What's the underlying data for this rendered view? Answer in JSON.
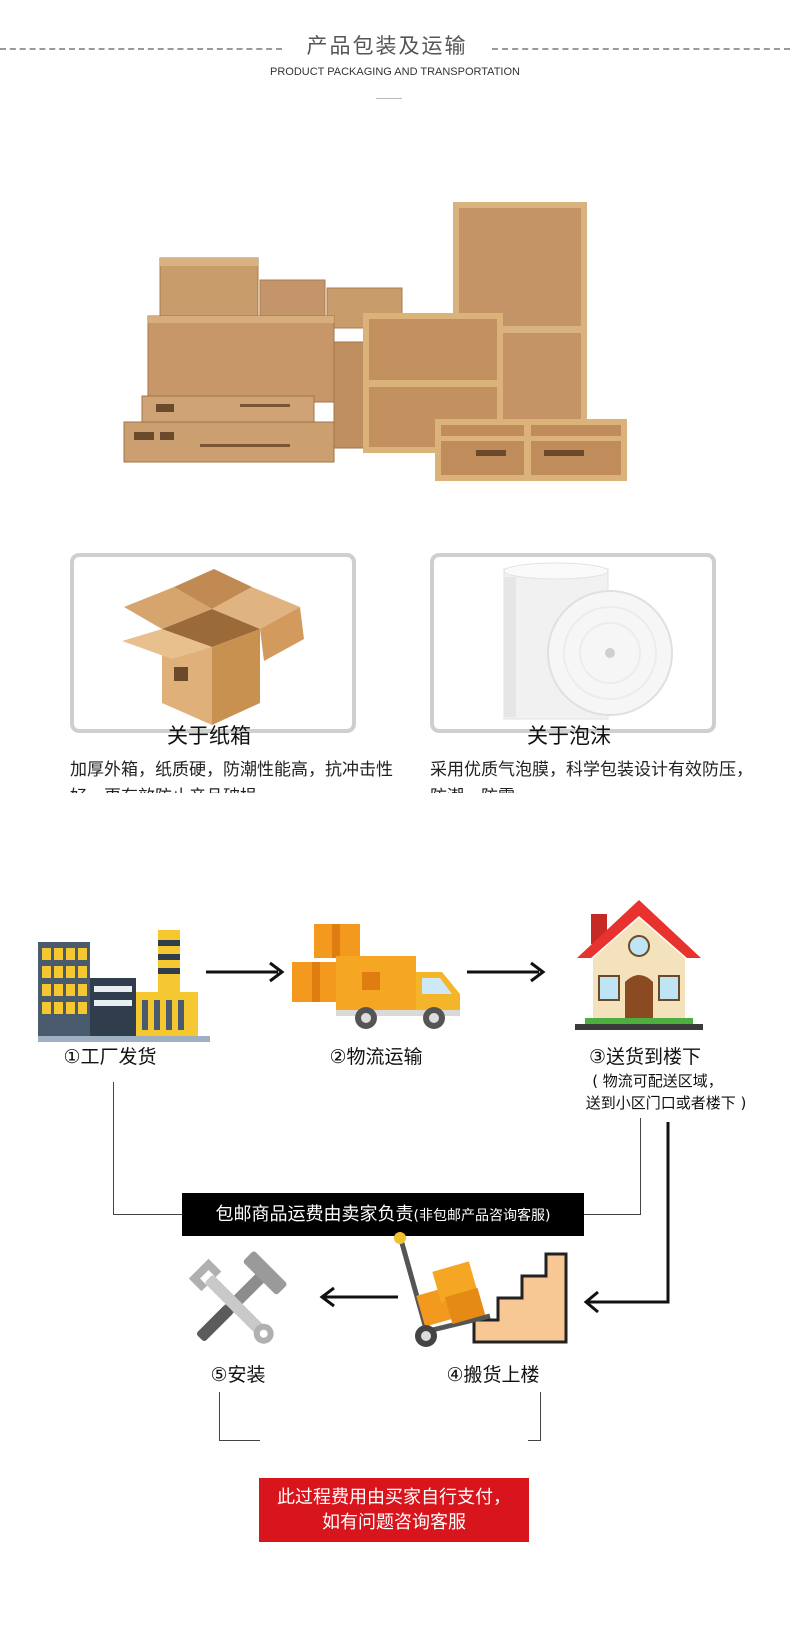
{
  "header": {
    "title_cn": "产品包装及运输",
    "title_en": "PRODUCT PACKAGING AND TRANSPORTATION"
  },
  "cards": [
    {
      "title": "关于纸箱",
      "text": "加厚外箱，纸质硬，防潮性能高，抗冲击性好，更有效防止产品破损",
      "image": "cardboard-box-icon"
    },
    {
      "title": "关于泡沫",
      "text": "采用优质气泡膜，科学包装设计有效防压，防潮，防震",
      "image": "bubble-wrap-roll-icon"
    }
  ],
  "flow": {
    "steps": [
      {
        "label": "①工厂发货",
        "icon": "factory-icon"
      },
      {
        "label": "②物流运输",
        "icon": "delivery-truck-icon"
      },
      {
        "label": "③送货到楼下",
        "icon": "house-icon"
      },
      {
        "label": "④搬货上楼",
        "icon": "hand-truck-stairs-icon"
      },
      {
        "label": "⑤安装",
        "icon": "hammer-wrench-icon"
      }
    ],
    "note_line1": "( 物流可配送区域，",
    "note_line2": "送到小区门口或者楼下 )",
    "shipping_notice_main": "包邮商品运费由卖家负责",
    "shipping_notice_small": "(非包邮产品咨询客服)",
    "fee_notice_line1": "此过程费用由买家自行支付，",
    "fee_notice_line2": "如有问题咨询客服"
  },
  "colors": {
    "cardboard": "#c89a6a",
    "orange": "#f39a1e",
    "notice_black": "#000000",
    "notice_red": "#d8141c",
    "roof_red": "#e8322d"
  }
}
